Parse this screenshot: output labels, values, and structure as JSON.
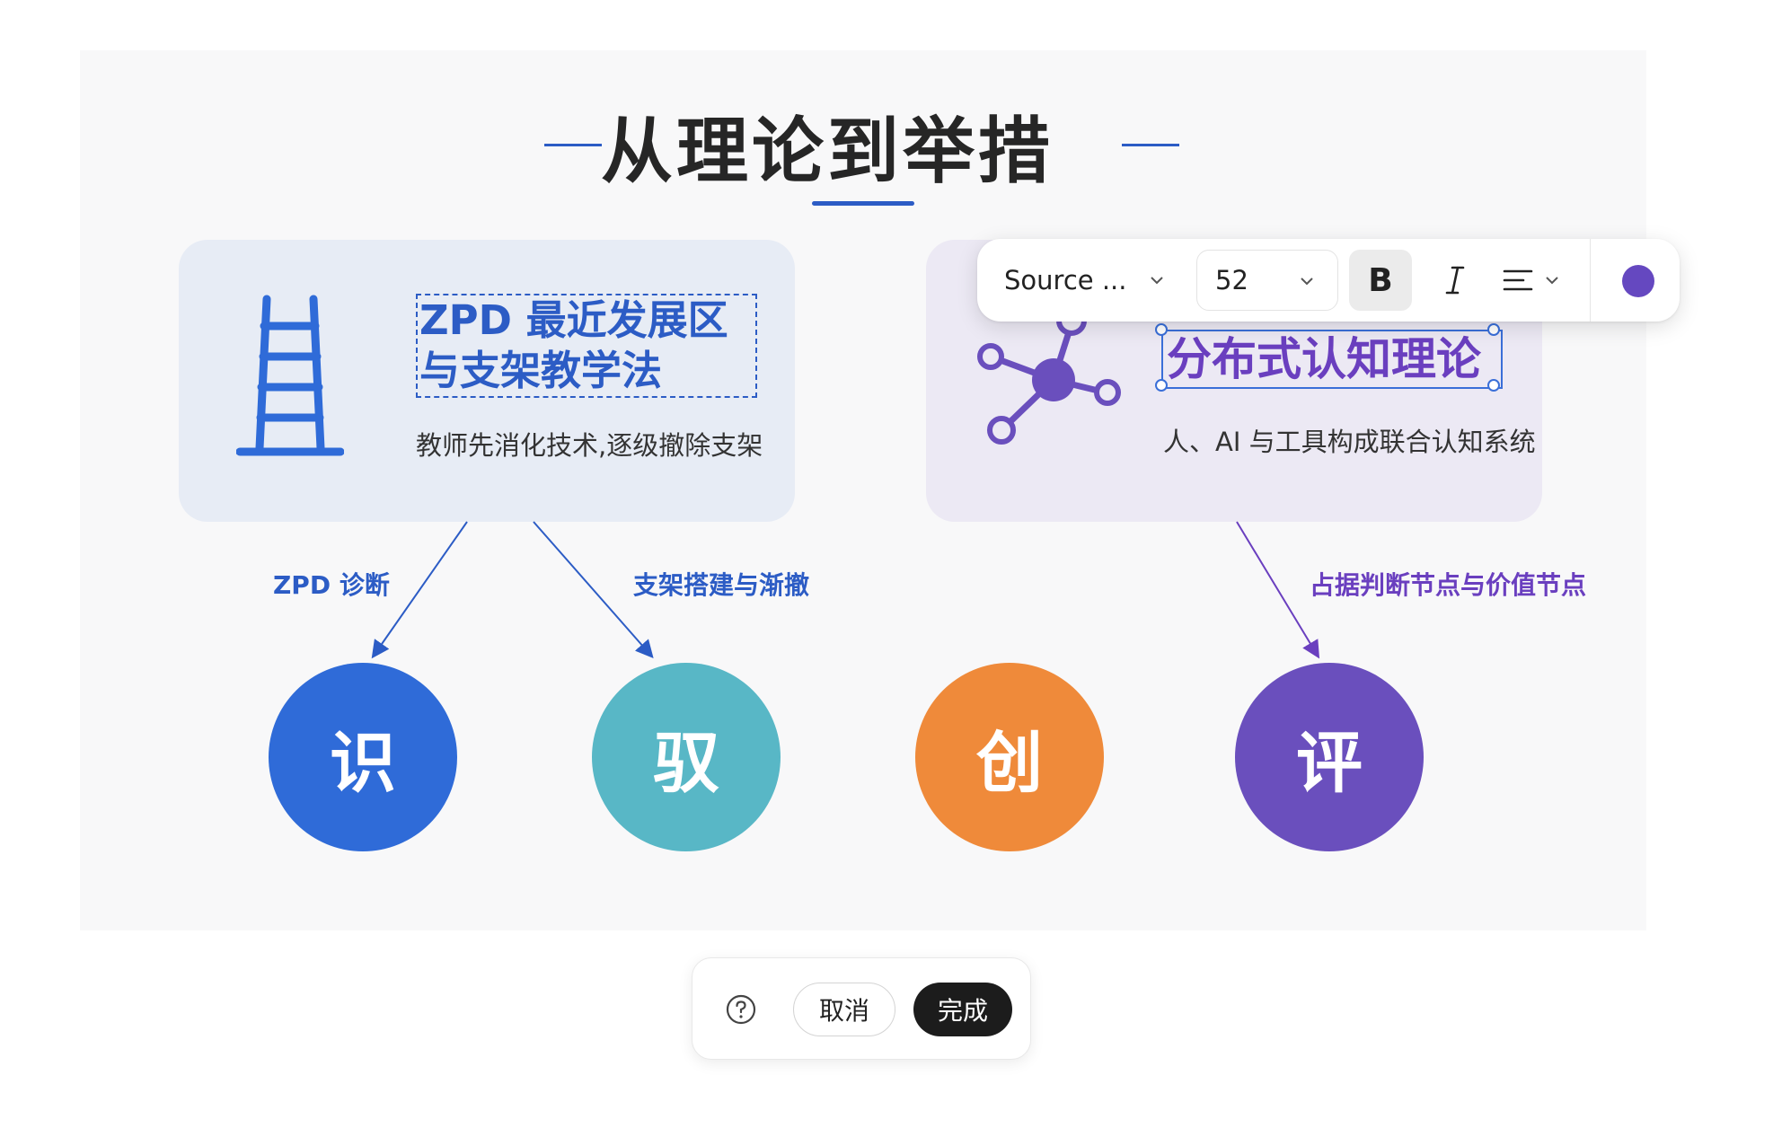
{
  "slide": {
    "title": "从理论到举措",
    "card_left": {
      "heading_line1": "ZPD 最近发展区",
      "heading_line2": "与支架教学法",
      "subtitle": "教师先消化技术,逐级撤除支架",
      "icon": "ladder-icon"
    },
    "card_right": {
      "heading": "分布式认知理论",
      "subtitle": "人、AI 与工具构成联合认知系统",
      "icon": "network-icon"
    },
    "edge_labels": [
      "ZPD 诊断",
      "支架搭建与渐撤",
      "占据判断节点与价值节点"
    ],
    "circles": [
      {
        "label": "识",
        "color": "#2f6bd8"
      },
      {
        "label": "驭",
        "color": "#58b7c6"
      },
      {
        "label": "创",
        "color": "#ef8a3a"
      },
      {
        "label": "评",
        "color": "#6a4fbd"
      }
    ],
    "colors": {
      "blue": "#2c5cc5",
      "purple": "#6a3fbf"
    }
  },
  "toolbar": {
    "font_name": "Source ...",
    "font_size": "52",
    "bold_label": "B",
    "italic_icon": "italic-icon",
    "align_icon": "align-left-icon",
    "text_color": "#6548c0"
  },
  "actions": {
    "help_icon": "help-icon",
    "cancel_label": "取消",
    "done_label": "完成"
  }
}
